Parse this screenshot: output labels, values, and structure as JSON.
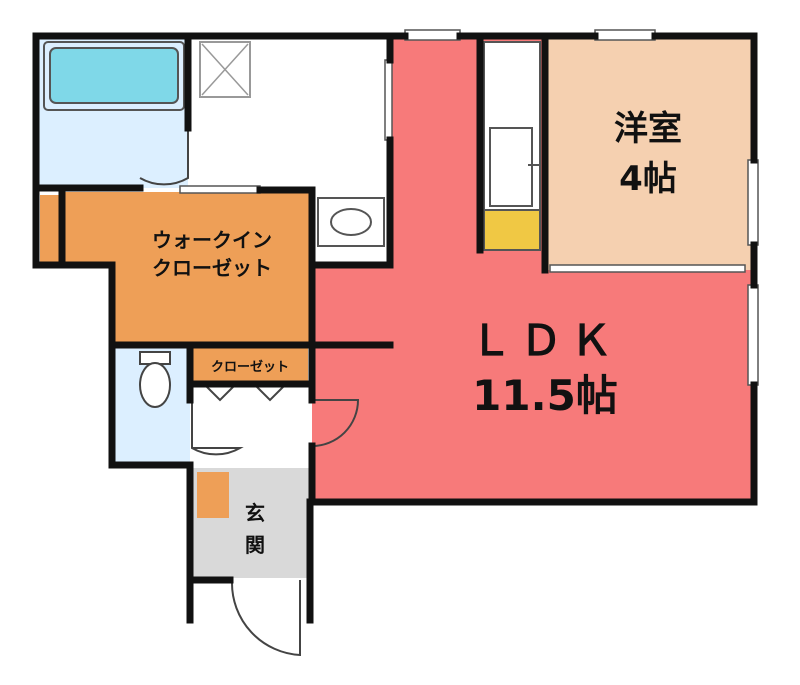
{
  "rooms": {
    "ldk": {
      "name": "ＬＤＫ",
      "size": "11.5帖"
    },
    "western": {
      "name": "洋室",
      "size": "4帖"
    },
    "walkin": {
      "line1": "ウォークイン",
      "line2": "クローゼット"
    },
    "closet": {
      "name": "クローゼット"
    },
    "entrance": {
      "line1": "玄",
      "line2": "関"
    }
  },
  "colors": {
    "ldk": "#f77a7a",
    "western": "#f5d0b0",
    "storage": "#ee9f57",
    "wet": "#dcefff",
    "tub": "#7fd8e8",
    "entrance": "#d9d9d9",
    "kitchen_counter": "#f0c844",
    "wall": "#111111"
  }
}
